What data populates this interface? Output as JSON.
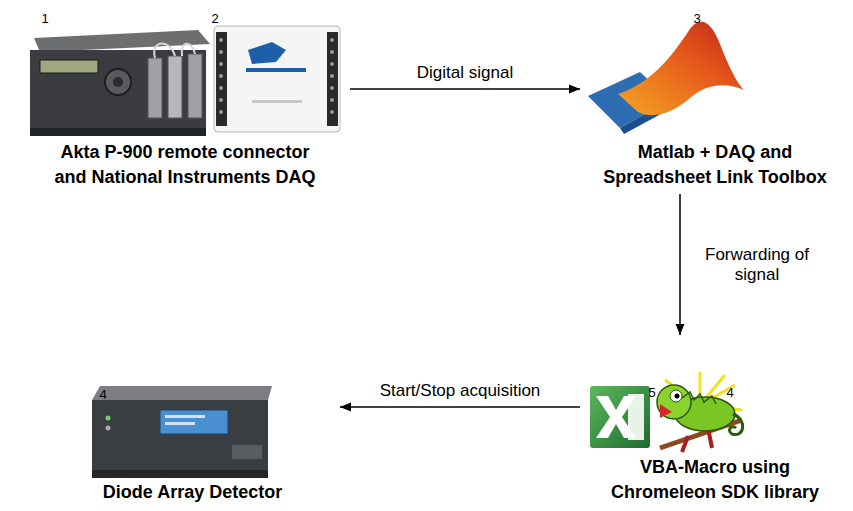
{
  "diagram": {
    "nodes": [
      {
        "text": [
          "Akta P-900 remote connector and National Instruments DAQ"
        ]
      },
      {
        "text": [
          "Matlab + DAQ and Spreadsheet Link Toolbox"
        ]
      },
      {
        "text": [
          "VBA-Macro using Chromeleon SDK library"
        ]
      },
      {
        "text": [
          "Diode Array Detector"
        ]
      }
    ],
    "edges": [
      {
        "from": 0,
        "to": 1,
        "label": "Digital signal",
        "arrow": "to"
      },
      {
        "from": 1,
        "to": 2,
        "label": "Forwarding of signal",
        "arrow": "to"
      },
      {
        "from": 2,
        "to": 3,
        "label": "Start/Stop acquisition",
        "arrow": "to"
      }
    ],
    "labels": [
      "1",
      "2",
      "3",
      "4",
      "5",
      "4"
    ]
  }
}
